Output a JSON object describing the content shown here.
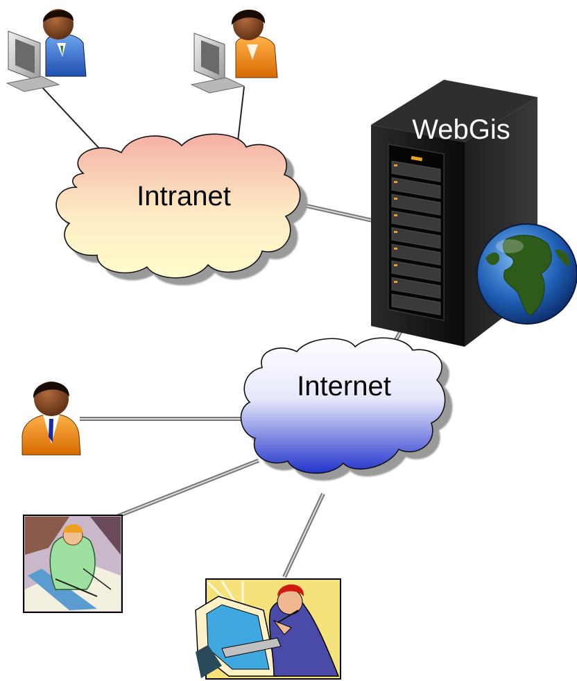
{
  "diagram": {
    "server_label": "WebGis",
    "intranet_label": "Intranet",
    "internet_label": "Internet"
  },
  "colors": {
    "intranet_cloud_top": "#f4b7a8",
    "intranet_cloud_bottom": "#fffbcc",
    "internet_cloud_top": "#ffffff",
    "internet_cloud_bottom": "#2b3fd0",
    "server_body": "#141414",
    "link_line": "#000000"
  },
  "icons": [
    "user-at-computer-blue-icon",
    "user-at-computer-orange-icon",
    "server-rack-icon",
    "globe-icon",
    "user-orange-icon",
    "architect-clipart-icon",
    "designer-clipart-icon"
  ]
}
